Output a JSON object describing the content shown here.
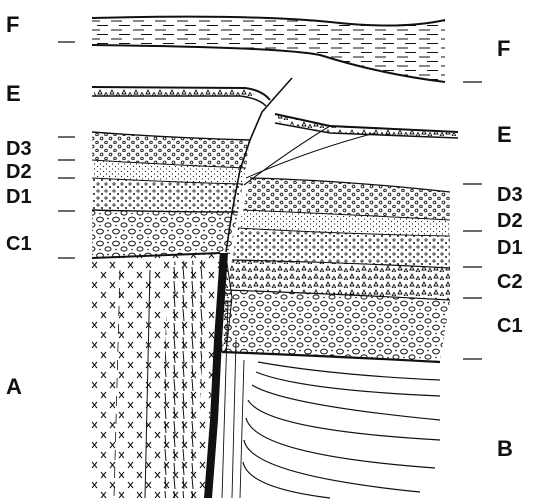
{
  "labels": {
    "left": {
      "F": "F",
      "E": "E",
      "D3": "D3",
      "D2": "D2",
      "D1": "D1",
      "C1": "C1",
      "A": "A"
    },
    "right": {
      "F": "F",
      "E": "E",
      "D3": "D3",
      "D2": "D2",
      "D1": "D1",
      "C2": "C2",
      "C1": "C1",
      "B": "B"
    }
  },
  "colors": {
    "ink": "#111111",
    "paper": "#ffffff"
  }
}
